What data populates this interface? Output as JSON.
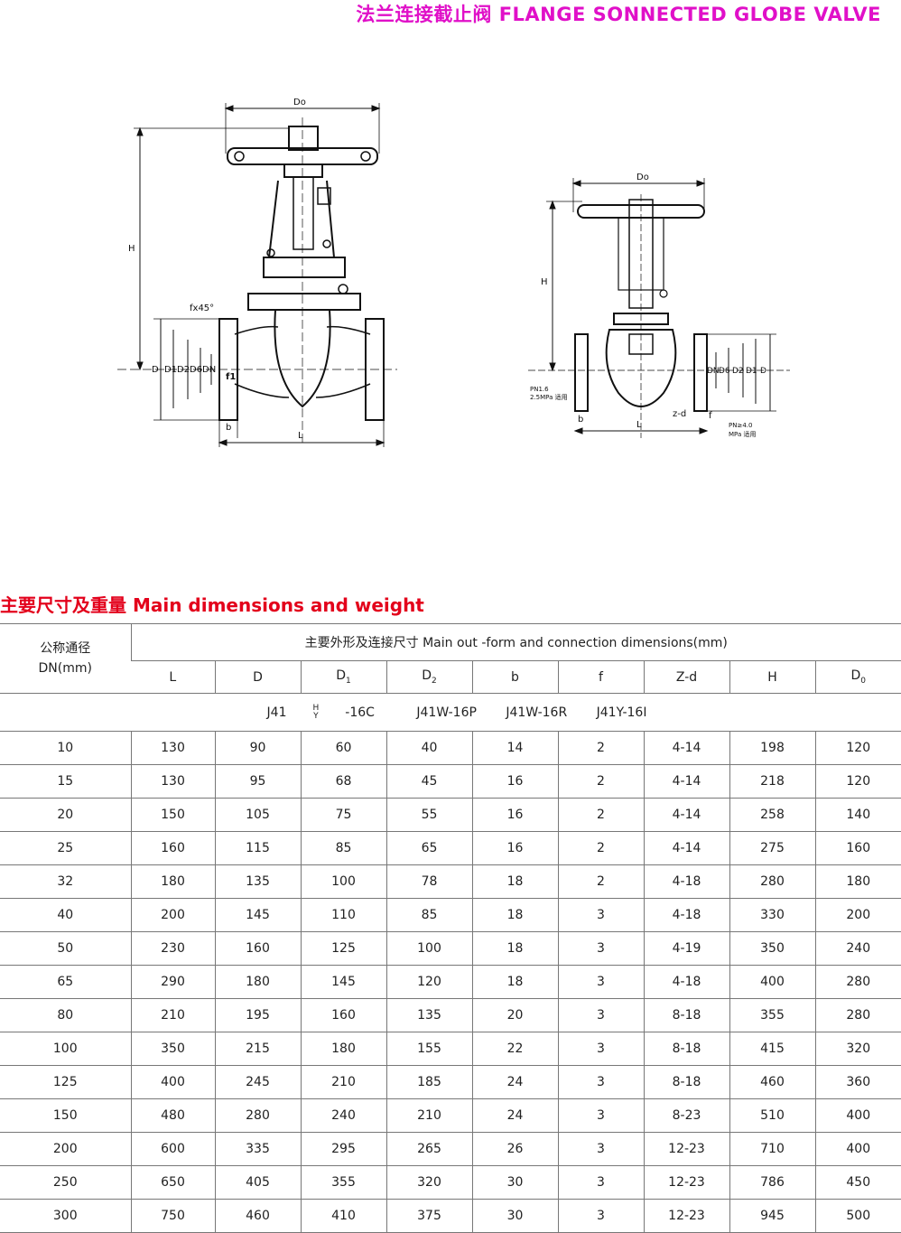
{
  "title": "法兰连接截止阀 FLANGE SONNECTED GLOBE VALVE",
  "section_title": "主要尺寸及重量 Main dimensions and weight",
  "drawing_left": {
    "labels": {
      "do": "Do",
      "h": "H",
      "chamfer": "fx45°",
      "d": "D",
      "d1": "D1",
      "d2": "D2",
      "d6": "D6",
      "dn": "DN",
      "f1": "f1",
      "b": "b",
      "l": "L"
    }
  },
  "drawing_right": {
    "labels": {
      "do": "Do",
      "h": "H",
      "dn": "DN",
      "d6": "D6",
      "d2": "D2",
      "d1": "D1",
      "d": "D",
      "b": "b",
      "l": "L",
      "zd": "z-d",
      "f": "f",
      "pn_left_1": "PN1.6",
      "pn_left_2": "2.5MPa 适用",
      "pn_right_1": "PN≥4.0",
      "pn_right_2": "MPa 适用"
    }
  },
  "table": {
    "dn_header": [
      "公称通径",
      "DN(mm)"
    ],
    "group_header": "主要外形及连接尺寸 Main out -form and connection dimensions(mm)",
    "columns": [
      "L",
      "D",
      "D",
      "D",
      "b",
      "f",
      "Z-d",
      "H",
      "D"
    ],
    "column_subscripts": [
      "",
      "",
      "1",
      "2",
      "",
      "",
      "",
      "",
      "0"
    ],
    "models": {
      "model1_prefix": "J41",
      "model1_sup": "H",
      "model1_sub": "Y",
      "model1_suffix": "-16C",
      "model2": "J41W-16P",
      "model3": "J41W-16R",
      "model4": "J41Y-16I"
    },
    "rows": [
      [
        "10",
        "130",
        "90",
        "60",
        "40",
        "14",
        "2",
        "4-14",
        "198",
        "120"
      ],
      [
        "15",
        "130",
        "95",
        "68",
        "45",
        "16",
        "2",
        "4-14",
        "218",
        "120"
      ],
      [
        "20",
        "150",
        "105",
        "75",
        "55",
        "16",
        "2",
        "4-14",
        "258",
        "140"
      ],
      [
        "25",
        "160",
        "115",
        "85",
        "65",
        "16",
        "2",
        "4-14",
        "275",
        "160"
      ],
      [
        "32",
        "180",
        "135",
        "100",
        "78",
        "18",
        "2",
        "4-18",
        "280",
        "180"
      ],
      [
        "40",
        "200",
        "145",
        "110",
        "85",
        "18",
        "3",
        "4-18",
        "330",
        "200"
      ],
      [
        "50",
        "230",
        "160",
        "125",
        "100",
        "18",
        "3",
        "4-19",
        "350",
        "240"
      ],
      [
        "65",
        "290",
        "180",
        "145",
        "120",
        "18",
        "3",
        "4-18",
        "400",
        "280"
      ],
      [
        "80",
        "210",
        "195",
        "160",
        "135",
        "20",
        "3",
        "8-18",
        "355",
        "280"
      ],
      [
        "100",
        "350",
        "215",
        "180",
        "155",
        "22",
        "3",
        "8-18",
        "415",
        "320"
      ],
      [
        "125",
        "400",
        "245",
        "210",
        "185",
        "24",
        "3",
        "8-18",
        "460",
        "360"
      ],
      [
        "150",
        "480",
        "280",
        "240",
        "210",
        "24",
        "3",
        "8-23",
        "510",
        "400"
      ],
      [
        "200",
        "600",
        "335",
        "295",
        "265",
        "26",
        "3",
        "12-23",
        "710",
        "400"
      ],
      [
        "250",
        "650",
        "405",
        "355",
        "320",
        "30",
        "3",
        "12-23",
        "786",
        "450"
      ],
      [
        "300",
        "750",
        "460",
        "410",
        "375",
        "30",
        "3",
        "12-23",
        "945",
        "500"
      ]
    ]
  }
}
